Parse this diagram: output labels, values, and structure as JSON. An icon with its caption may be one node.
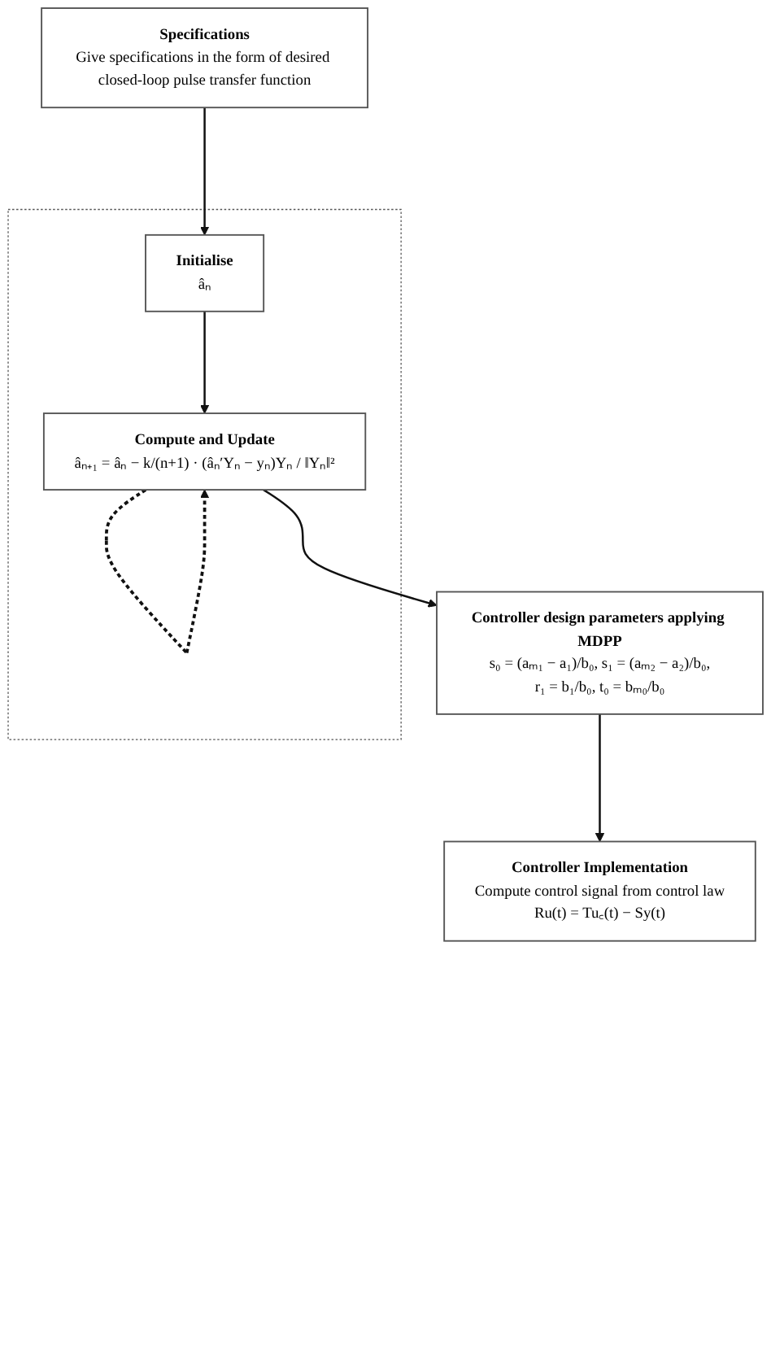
{
  "diagram": {
    "nodes": [
      {
        "text": [
          "Specifications",
          "Give specifications in the form of desired closed-loop pulse transfer function"
        ]
      },
      {
        "text": [],
        "shape": "box"
      },
      {
        "text": [
          "Initialise",
          "âₙ"
        ],
        "in": 1
      },
      {
        "text": [
          "Compute and Update",
          "âₙ₊₁ = âₙ − k/(n+1) · (âₙ′Yₙ − yₙ)Yₙ / ‖Yₙ‖²"
        ],
        "in": 1
      },
      {
        "text": [
          "Controller design parameters applying MDPP",
          "s₀ = (aₘ₁ − a₁)/b₀, s₁ = (aₘ₂ − a₂)/b₀,",
          "r₁ = b₁/b₀, t₀ = bₘ₀/b₀"
        ]
      },
      {
        "text": [
          "Controller Implementation",
          "Compute control signal from control law",
          "Ru(t) = Tu꜀(t) − Sy(t)"
        ]
      }
    ],
    "edges": [
      {
        "from": 0,
        "to": 2,
        "arrow": "to"
      },
      {
        "from": 2,
        "to": 3,
        "arrow": "to"
      },
      {
        "from": 3,
        "to": 4,
        "arrow": "to"
      },
      {
        "from": 3,
        "to": 3,
        "arrow": "to",
        "style": "dashed"
      },
      {
        "from": 4,
        "to": 5,
        "arrow": "to"
      }
    ]
  }
}
